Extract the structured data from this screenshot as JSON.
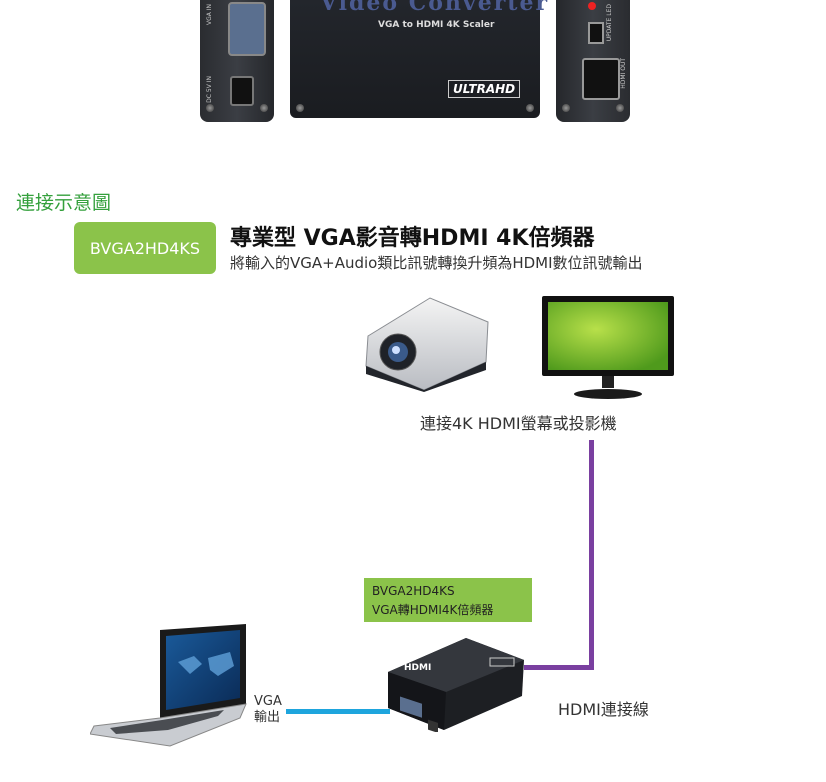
{
  "product_photo": {
    "title": "Video Converter",
    "subtitle": "VGA to HDMI 4K Scaler",
    "badge": "ULTRAHD",
    "left_labels": [
      "DC 5V IN",
      "VGA IN"
    ],
    "right_labels": [
      "UPDATE LED",
      "HDMI OUT"
    ]
  },
  "section_title": "連接示意圖",
  "model_badge": "BVGA2HD4KS",
  "headline": "專業型 VGA影音轉HDMI 4K倍頻器",
  "description": "將輸入的VGA+Audio類比訊號轉換升頻為HDMI數位訊號輸出",
  "display_label": "連接4K HDMI螢幕或投影機",
  "device_label": {
    "model": "BVGA2HD4KS",
    "name": "VGA轉HDMI4K倍頻器"
  },
  "hdmi_cable_label": "HDMI連接線",
  "vga_out_label": [
    "VGA",
    "輸出"
  ],
  "colors": {
    "accent_green": "#8bc34a",
    "title_green": "#34a03c",
    "hdmi_line": "#7a3fa0",
    "vga_line": "#1ea5dd"
  },
  "icons": [
    "projector-icon",
    "monitor-icon",
    "laptop-icon",
    "converter-box-icon"
  ]
}
